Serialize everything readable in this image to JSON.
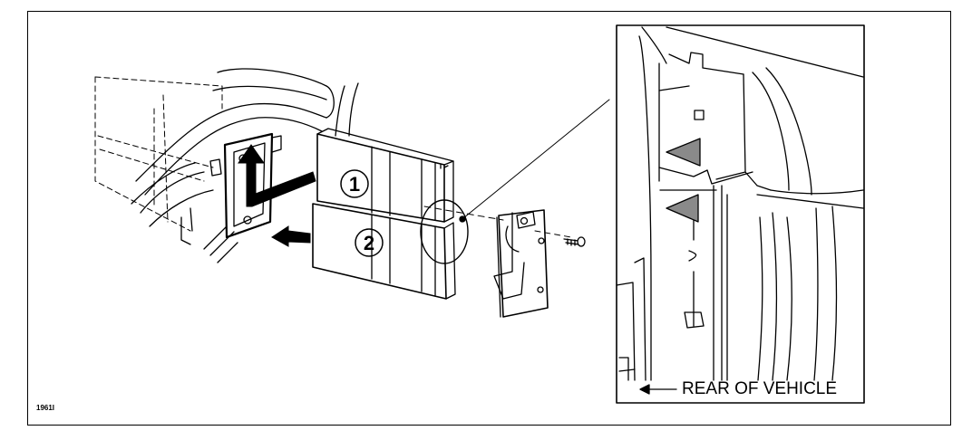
{
  "diagram": {
    "callouts": [
      {
        "number": "1"
      },
      {
        "number": "2"
      }
    ],
    "inset": {
      "label": "REAR OF VEHICLE"
    },
    "figure_id": "1961I"
  }
}
